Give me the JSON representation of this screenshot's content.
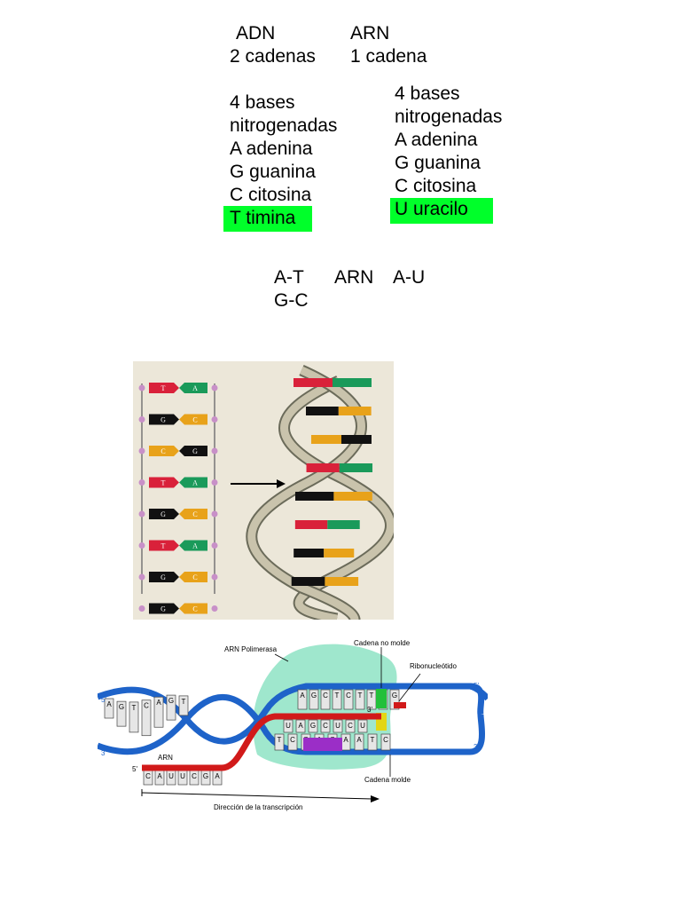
{
  "adn": {
    "header": "ADN",
    "chains": "2 cadenas",
    "bases_line1": "4 bases",
    "bases_line2": "nitrogenadas",
    "b1": "A adenina",
    "b2": "G guanina",
    "b3": "C citosina",
    "b4": "T timina"
  },
  "arn": {
    "header": "ARN",
    "chains": "1 cadena",
    "bases_line1": "4 bases",
    "bases_line2": "nitrogenadas",
    "b1": "A adenina",
    "b2": "G guanina",
    "b3": "C citosina",
    "b4": "U uracilo"
  },
  "pairs": {
    "adn_pair1": "A-T",
    "adn_pair2": "G-C",
    "arn_label": "ARN",
    "arn_pair": "A-U"
  },
  "highlight_color": "#00ff2a",
  "ladder": {
    "rungs": [
      {
        "left": "T",
        "right": "A"
      },
      {
        "left": "G",
        "right": "C"
      },
      {
        "left": "C",
        "right": "G"
      },
      {
        "left": "T",
        "right": "A"
      },
      {
        "left": "G",
        "right": "C"
      },
      {
        "left": "T",
        "right": "A"
      },
      {
        "left": "G",
        "right": "C"
      },
      {
        "left": "G",
        "right": "C"
      }
    ]
  },
  "transcription": {
    "polymerase": "ARN Polimerasa",
    "non_template": "Cadena no molde",
    "ribonucleotide": "Ribonucleótido",
    "template": "Cadena molde",
    "rna": "ARN",
    "direction": "Dirección de la transcripción",
    "five_prime": "5'",
    "three_prime": "3'",
    "top_strand": [
      "A",
      "G",
      "C",
      "T",
      "C",
      "T",
      "T",
      "A",
      "G"
    ],
    "bottom_strand": [
      "T",
      "C",
      "G",
      "A",
      "G",
      "A",
      "A",
      "T",
      "C"
    ],
    "rna_strand": [
      "C",
      "A",
      "U",
      "U",
      "C",
      "G",
      "A"
    ],
    "rna_inner": [
      "U",
      "A",
      "G",
      "C",
      "U",
      "C",
      "U"
    ]
  }
}
